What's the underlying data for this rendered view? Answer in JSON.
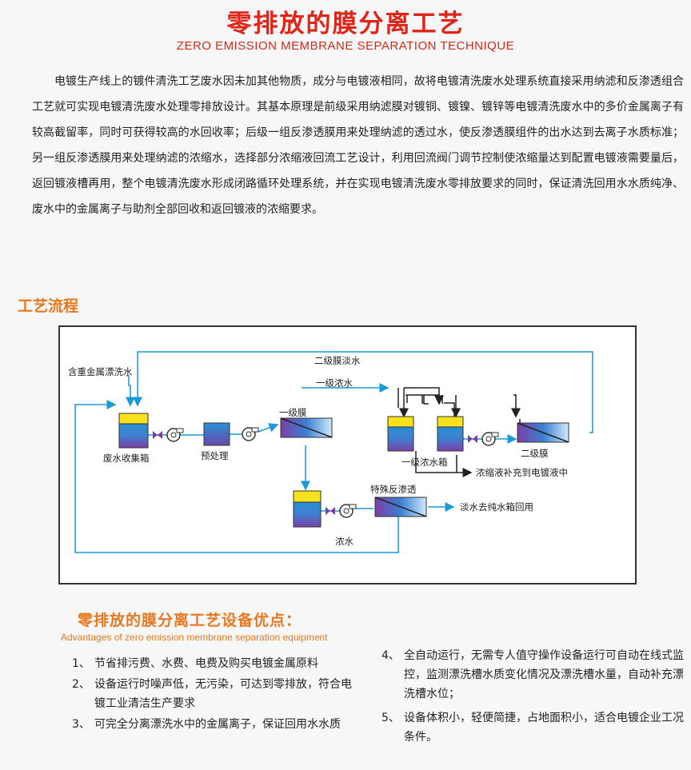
{
  "header": {
    "title": "零排放的膜分离工艺",
    "subtitle": "ZERO EMISSION MEMBRANE SEPARATION TECHNIQUE"
  },
  "intro": "电镀生产线上的镀件清洗工艺废水因未加其他物质，成分与电镀液相同，故将电镀清洗废水处理系统直接采用纳滤和反渗透组合工艺就可实现电镀清洗废水处理零排放设计。其基本原理是前级采用纳滤膜对镀铜、镀镍、镀锌等电镀清洗废水中的多价金属离子有较高截留率，同时可获得较高的水回收率；后级一组反渗透膜用来处理纳滤的透过水，使反渗透膜组件的出水达到去离子水质标准；另一组反渗透膜用来处理纳滤的浓缩水，选择部分浓缩液回流工艺设计，利用回流阀门调节控制使浓缩量达到配置电镀液需要量后，返回镀液槽再用，整个电镀清洗废水形成闭路循环处理系统，并在实现电镀清洗废水零排放要求的同时，保证清洗回用水水质纯净、废水中的金属离子与助剂全部回收和返回镀液的浓缩要求。",
  "process": {
    "section_title": "工艺流程",
    "labels": {
      "input": "含重金属漂洗水",
      "collection_tank": "废水收集箱",
      "pretreatment": "预处理",
      "membrane1": "一级膜",
      "membrane2": "二级膜",
      "concentrate_tank": "一级浓水箱",
      "special_ro": "特殊反渗透",
      "permeate2": "二级膜淡水",
      "concentrate1": "一级浓水",
      "to_plating": "浓缩液补充到电镀液中",
      "to_pure": "淡水去纯水箱回用",
      "concentrate": "浓水"
    },
    "colors": {
      "pipe": "#1a9ad6",
      "line": "#222222",
      "tank_top": "#f6e11c",
      "tank_upper": "#2a8fd4",
      "tank_lower": "#7b3fa6",
      "valve": "#7a3fa0"
    }
  },
  "advantages": {
    "title": "零排放的膜分离工艺设备优点：",
    "subtitle": "Advantages of zero emission membrane separation equipment",
    "left": [
      {
        "num": "1、",
        "text": "节省排污费、水费、电费及购买电镀金属原料"
      },
      {
        "num": "2、",
        "text": "设备运行时噪声低，无污染，可达到零排放，符合电镀工业清洁生产要求"
      },
      {
        "num": "3、",
        "text": "可完全分离漂洗水中的金属离子，保证回用水水质"
      }
    ],
    "right": [
      {
        "num": "4、",
        "text": "全自动运行，无需专人值守操作设备运行可自动在线式监控，监测漂洗槽水质变化情况及漂洗槽水量，自动补充漂洗槽水位；"
      },
      {
        "num": "5、",
        "text": "设备体积小，轻便简捷，占地面积小，适合电镀企业工况条件。"
      }
    ]
  }
}
